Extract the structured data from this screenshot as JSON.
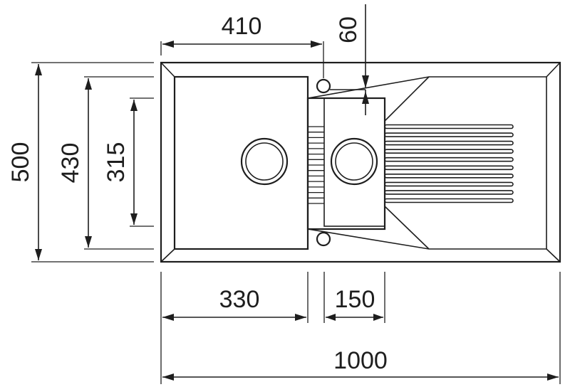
{
  "dimensions": {
    "width_total": "1000",
    "depth_total": "500",
    "depth_bowl": "430",
    "depth_small_bowl": "315",
    "large_bowl_width": "330",
    "small_bowl_width": "150",
    "offset_to_small_bowl": "410",
    "tap_offset": "60"
  },
  "drainer_groove_count": 10,
  "small_bowl_rib_count": 15
}
